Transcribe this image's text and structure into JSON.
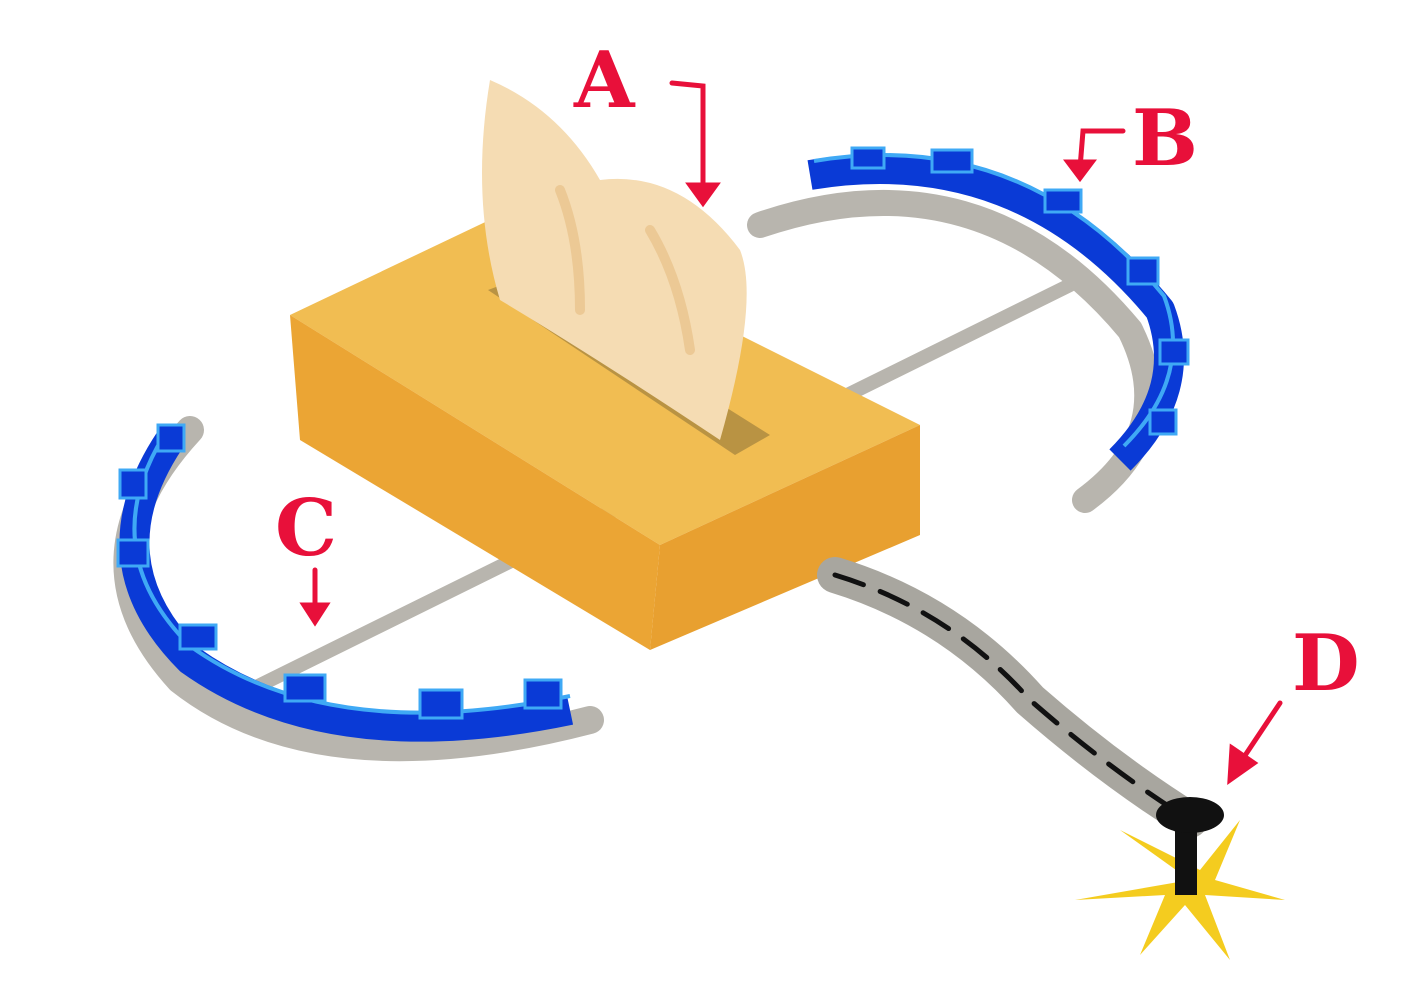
{
  "illustration": {
    "description": "Hand-drawn diagram of a tissue box mounted on a cross-shaped frame with two curved toothed rails and a chain anchored to a nail",
    "colors": {
      "label": "#e8103a",
      "box_top": "#f1bd52",
      "box_front": "#eba534",
      "box_side": "#e8a030",
      "tissue": "#f5dcb3",
      "rail_blue": "#0a3ad6",
      "rail_highlight": "#3fa9f5",
      "shadow_gray": "#b8b5ae",
      "chain_gray": "#a8a69f",
      "nail": "#111111",
      "impact_yellow": "#f4cc1f"
    }
  },
  "labels": [
    {
      "id": "A",
      "text": "A",
      "target": "tissue"
    },
    {
      "id": "B",
      "text": "B",
      "target": "upper-right toothed rail"
    },
    {
      "id": "C",
      "text": "C",
      "target": "lower-left toothed rail"
    },
    {
      "id": "D",
      "text": "D",
      "target": "nail anchoring chain"
    }
  ]
}
